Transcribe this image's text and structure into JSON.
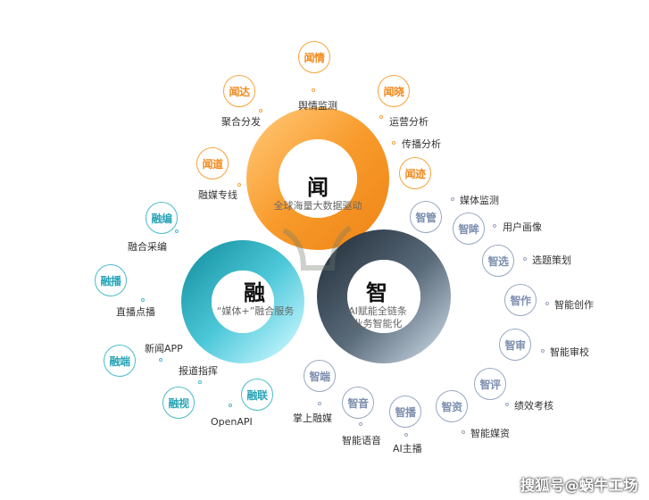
{
  "hubs": {
    "wen": {
      "title": "闻",
      "sub": "全球海量大数据驱动"
    },
    "rong": {
      "title": "融",
      "sub": "“媒体+”融合服务"
    },
    "zhi": {
      "title": "智",
      "sub": "AI赋能全链条业务智能化"
    }
  },
  "wen_items": [
    {
      "bubble": "闻情",
      "label": "舆情监测"
    },
    {
      "bubble": "闻晓",
      "label": "运营分析"
    },
    {
      "bubble": "闻达",
      "label": "聚合分发"
    },
    {
      "bubble": "闻迹",
      "label": "传播分析"
    },
    {
      "bubble": "闻道",
      "label": "融媒专线"
    }
  ],
  "rong_items": [
    {
      "bubble": "融编",
      "label": "融合采编"
    },
    {
      "bubble": "融播",
      "label": "直播点播"
    },
    {
      "bubble": "融端",
      "label": "新闻APP"
    },
    {
      "bubble": "融视",
      "label": "报道指挥"
    },
    {
      "bubble": "融联",
      "label": "OpenAPI"
    }
  ],
  "zhi_items": [
    {
      "bubble": "智管",
      "label": "媒体监测"
    },
    {
      "bubble": "智眸",
      "label": "用户画像"
    },
    {
      "bubble": "智选",
      "label": "选题策划"
    },
    {
      "bubble": "智作",
      "label": "智能创作"
    },
    {
      "bubble": "智审",
      "label": "智能审校"
    },
    {
      "bubble": "智评",
      "label": "绩效考核"
    },
    {
      "bubble": "智资",
      "label": "智能媒资"
    },
    {
      "bubble": "智播",
      "label": "AI主播"
    },
    {
      "bubble": "智音",
      "label": "智能语音"
    },
    {
      "bubble": "智端",
      "label": "掌上融媒"
    }
  ],
  "colors": {
    "orange": "#f7a43c",
    "cyan": "#4bbccb",
    "slate": "#98a8c0",
    "dark_slate": "#3c4a58"
  },
  "watermark": "搜狐号@蜗牛工场"
}
